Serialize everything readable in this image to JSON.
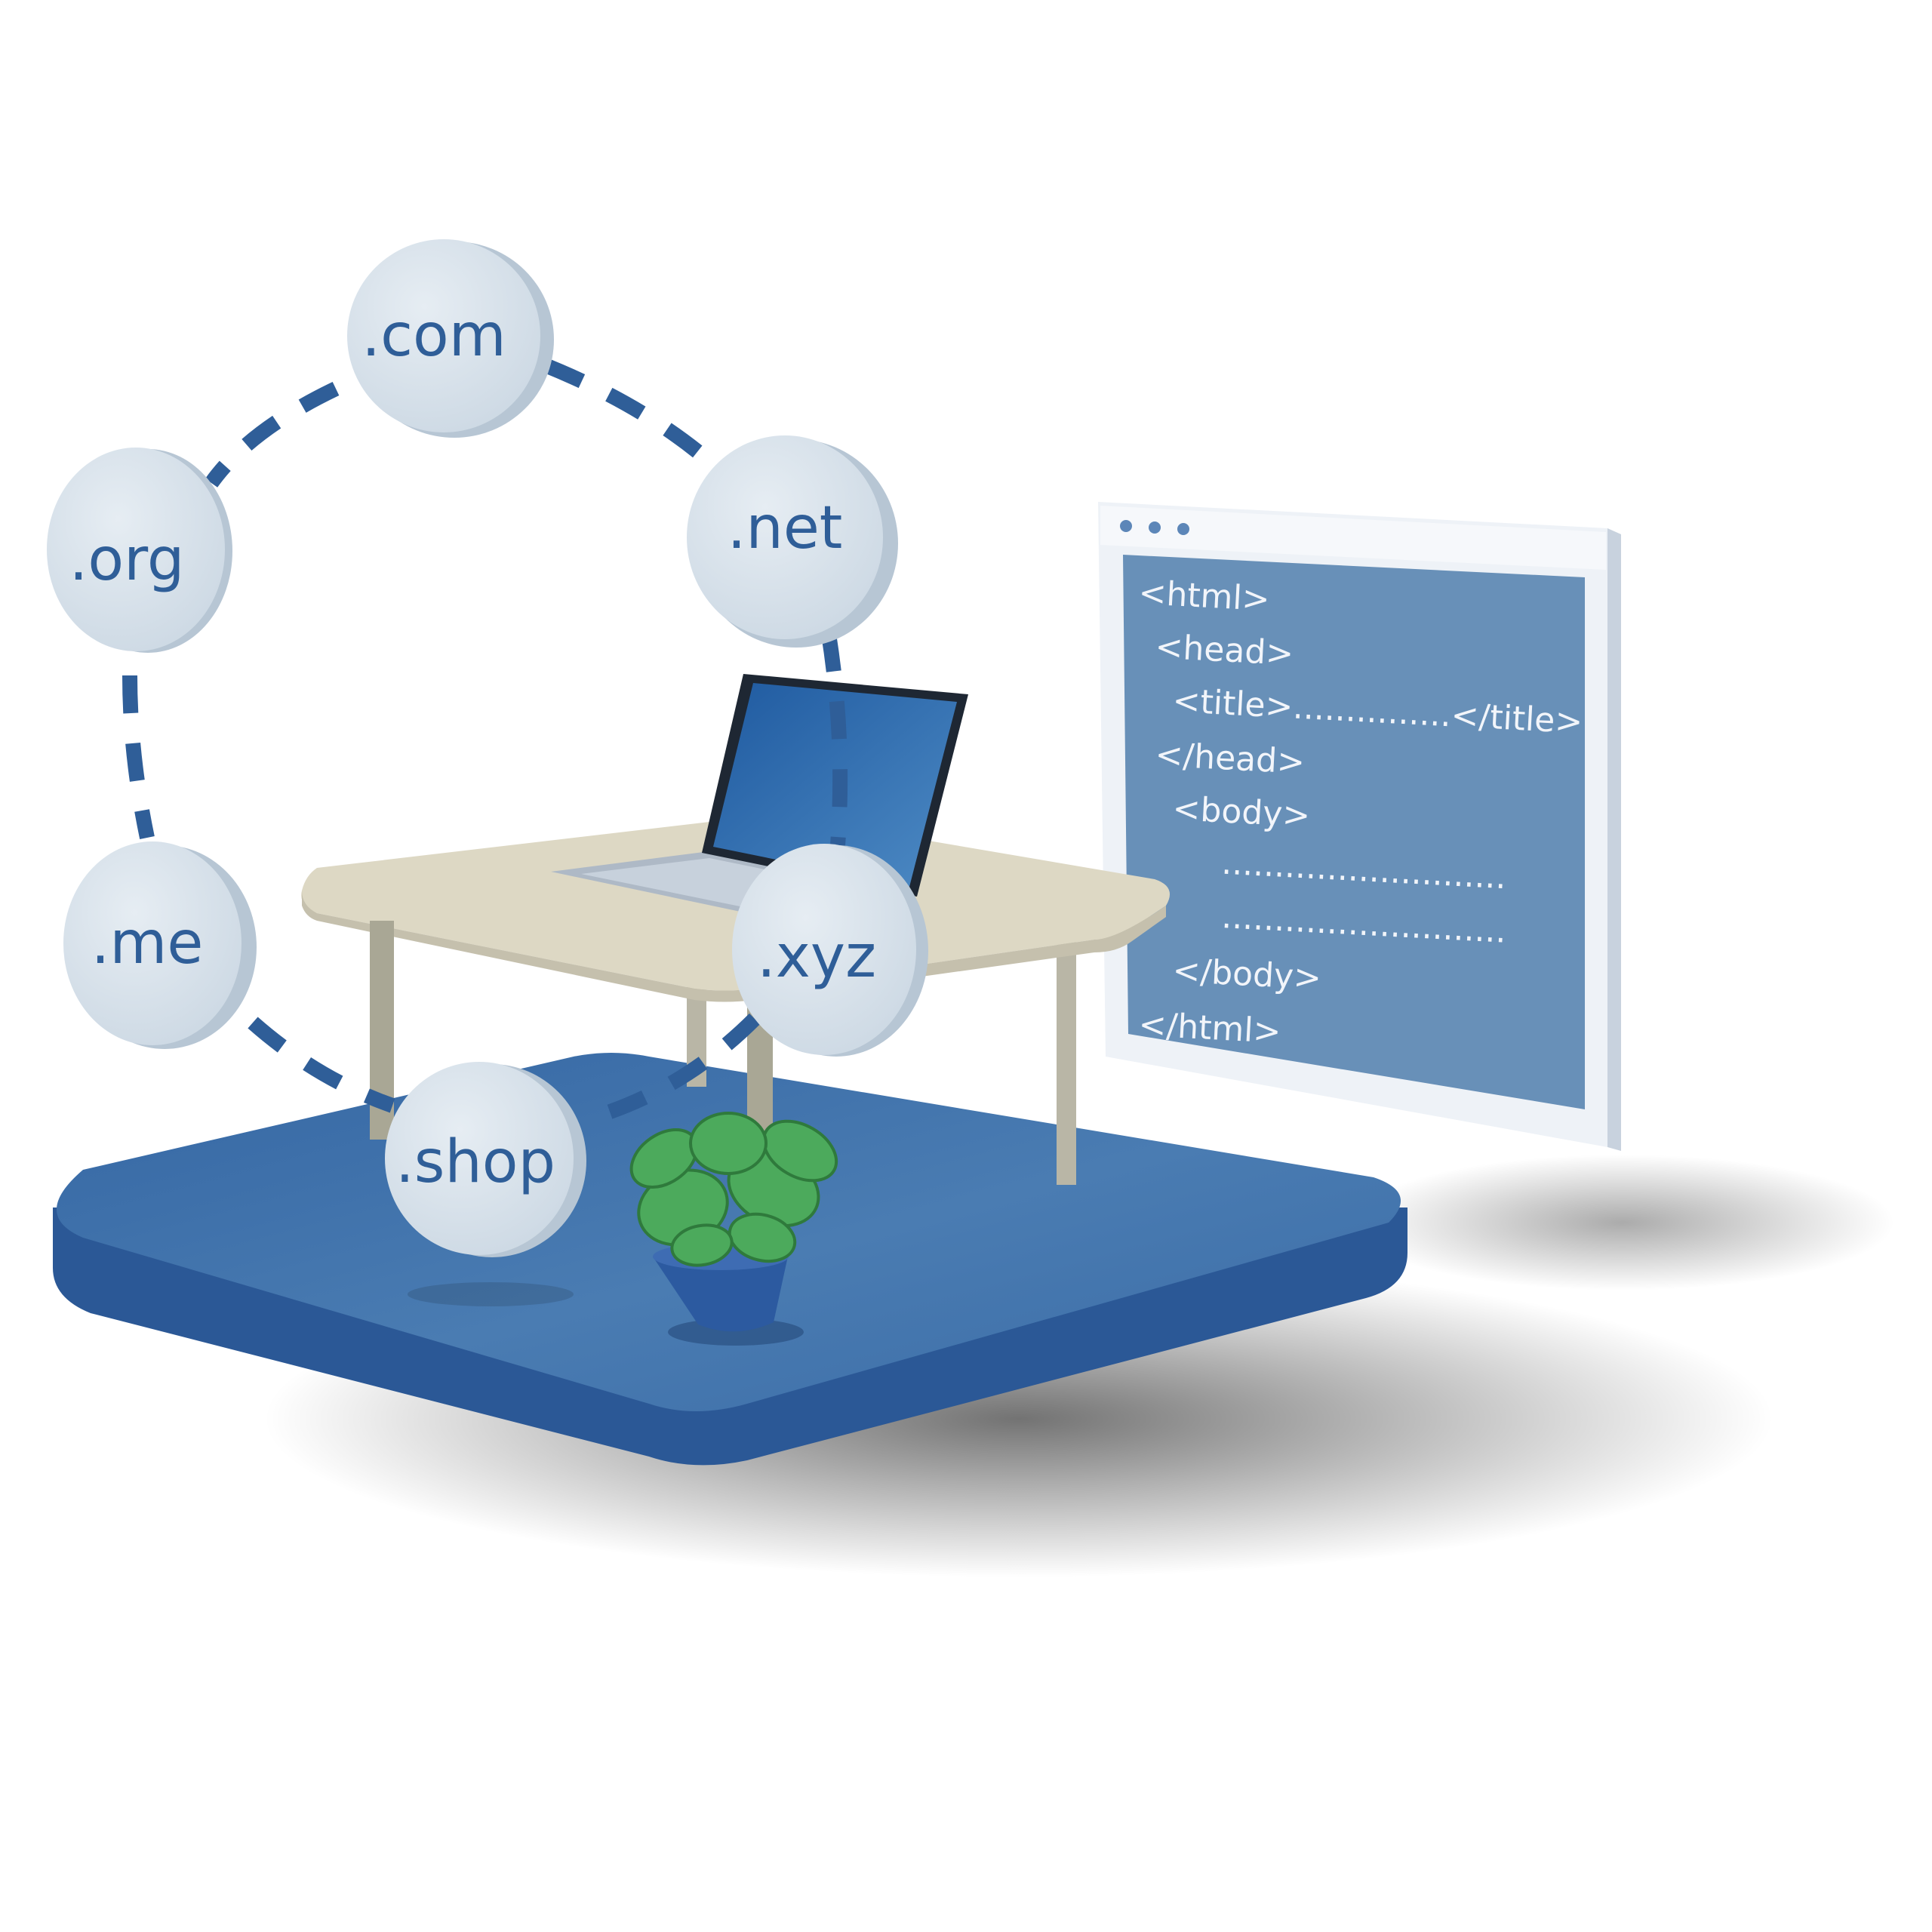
{
  "tld_bubbles": [
    ".com",
    ".net",
    ".org",
    ".me",
    ".xyz",
    ".shop"
  ],
  "code_window": {
    "lines": [
      "<html>",
      "<head>",
      "<title>...............</title>",
      "</head>",
      "<body>",
      "...........................",
      "...........................",
      "</body>",
      "</html>"
    ]
  },
  "colors": {
    "platform_top": "#3c6fa8",
    "platform_side": "#2b5896",
    "bubble_fill": "#d9e3ec",
    "bubble_text": "#2f5e98",
    "link_dash": "#2f5e98",
    "code_panel": "#6890b8",
    "window_frame": "#e9eef4",
    "table_top": "#ddd8c4",
    "laptop_screen": "#2f6db0",
    "plant_leaf": "#4caa5c",
    "pot": "#2c5aa0"
  }
}
